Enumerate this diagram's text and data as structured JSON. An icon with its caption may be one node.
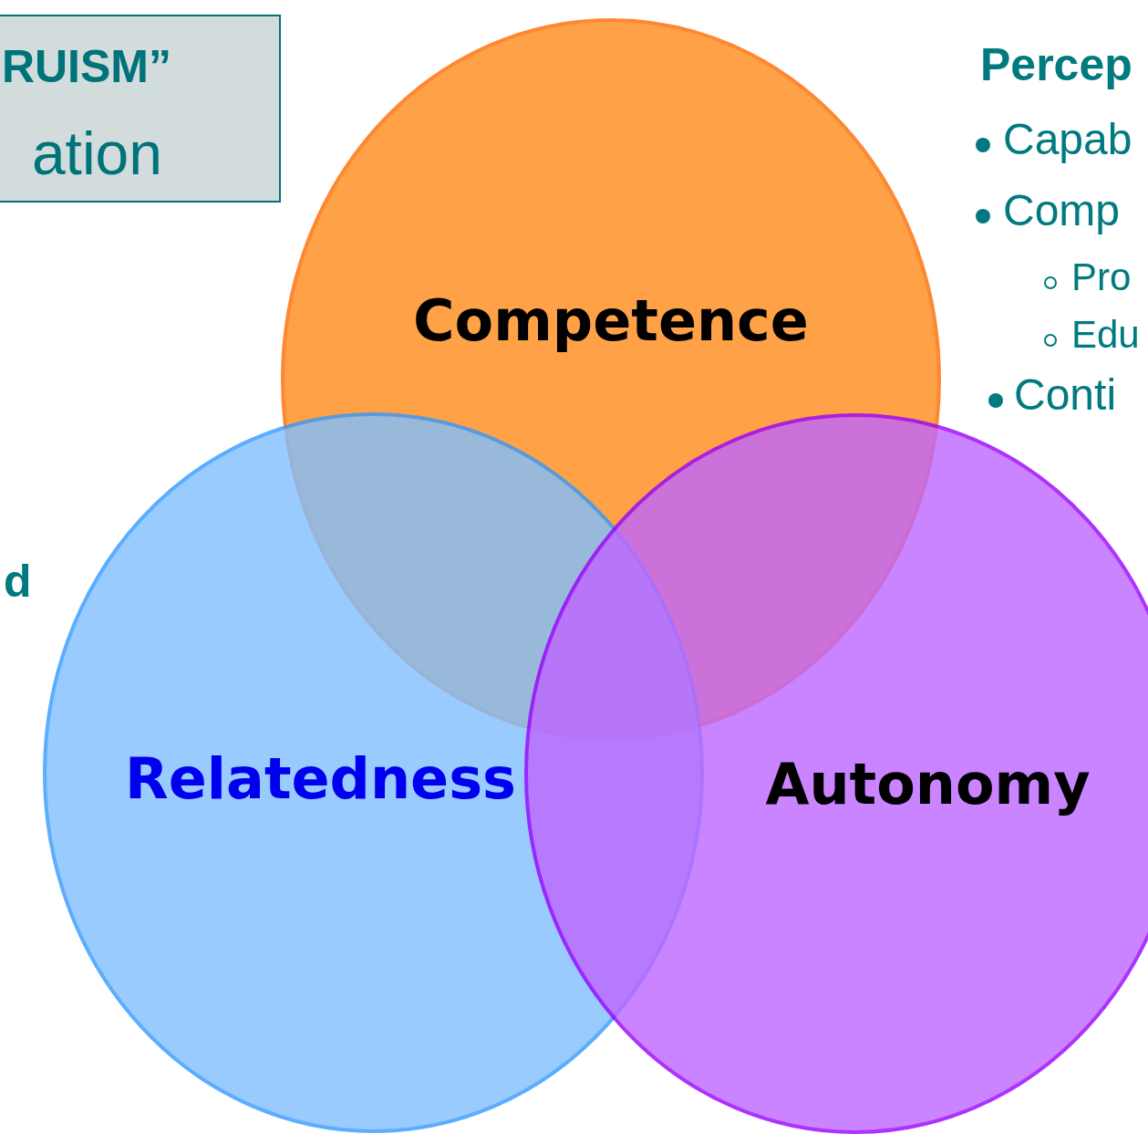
{
  "diagram": {
    "nodes": [
      {
        "text": [
          "RUISM”",
          "ation"
        ]
      },
      {
        "text": [
          "Competence"
        ]
      },
      {
        "text": [
          "Relatedness"
        ]
      },
      {
        "text": [
          "Autonomy"
        ]
      }
    ],
    "labels": [
      "Percep",
      "Capab",
      "Comp",
      "Pro",
      "Edu",
      "Conti",
      "d"
    ]
  }
}
